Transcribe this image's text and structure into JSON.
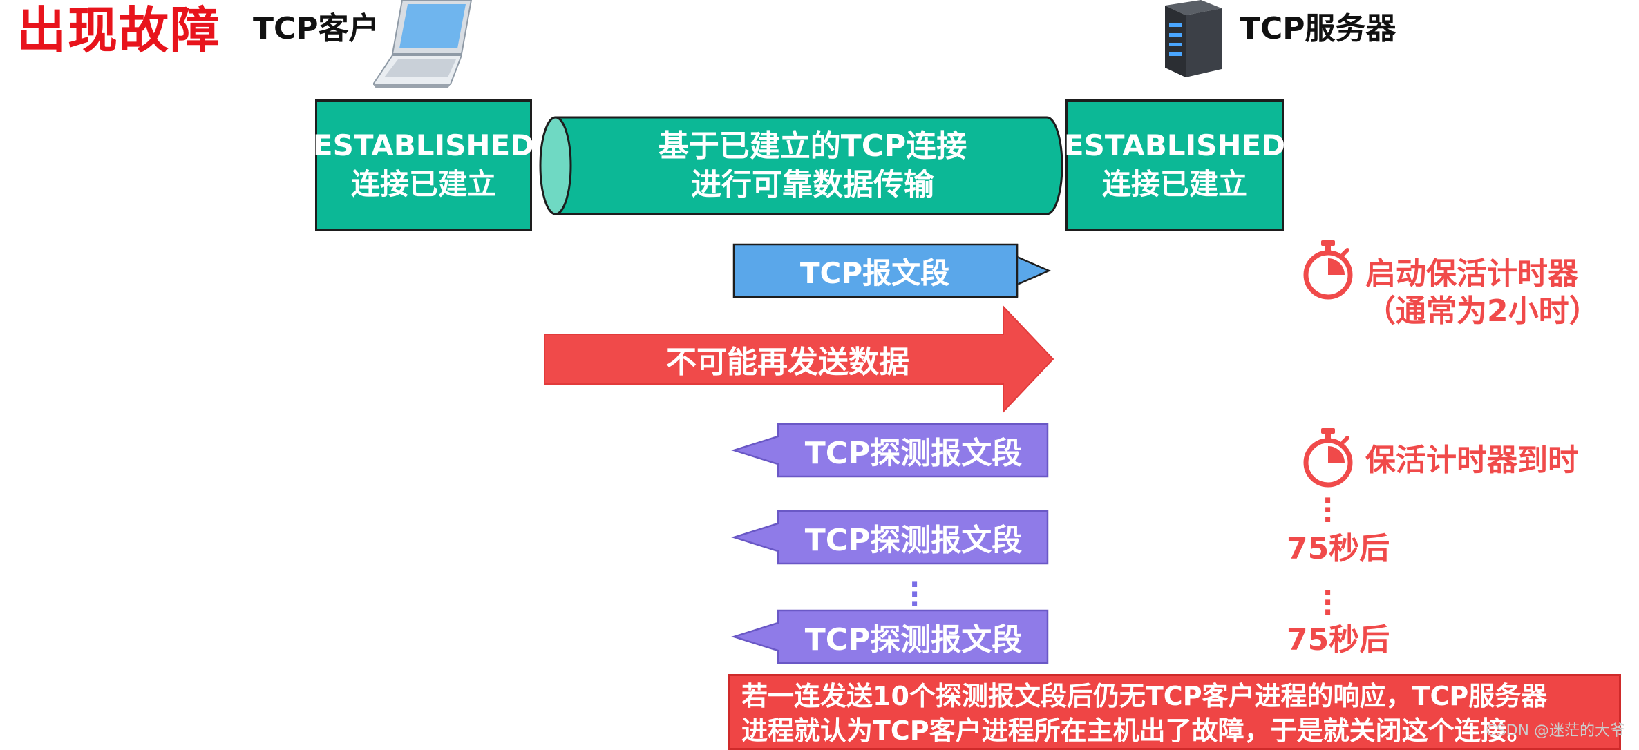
{
  "title": "出现故障",
  "client": {
    "label": "TCP客户",
    "state_line1": "ESTABLISHED",
    "state_line2": "连接已建立"
  },
  "server": {
    "label": "TCP服务器",
    "state_line1": "ESTABLISHED",
    "state_line2": "连接已建立"
  },
  "pipe": {
    "line1": "基于已建立的TCP连接",
    "line2": "进行可靠数据传输"
  },
  "segment": {
    "label": "TCP报文段"
  },
  "failure_arrow": {
    "label": "不可能再发送数据"
  },
  "probes": [
    {
      "label": "TCP探测报文段"
    },
    {
      "label": "TCP探测报文段"
    },
    {
      "label": "TCP探测报文段"
    }
  ],
  "timer_start": {
    "line1": "启动保活计时器",
    "line2": "（通常为2小时）"
  },
  "timer_expire": {
    "label": "保活计时器到时"
  },
  "intervals": [
    "75秒后",
    "75秒后"
  ],
  "conclusion": {
    "line1": "若一连发送10个探测报文段后仍无TCP客户进程的响应，TCP服务器",
    "line2": "进程就认为TCP客户进程所在主机出了故障，于是就关闭这个连接。"
  },
  "watermark": "CSDN @迷茫的大爷",
  "colors": {
    "green": "#0cb896",
    "blue": "#5aa7ea",
    "red": "#f04a4a",
    "purple": "#8f7be8",
    "title_red": "#e8141c"
  },
  "icons": [
    "laptop-icon",
    "server-icon",
    "stopwatch-icon"
  ]
}
